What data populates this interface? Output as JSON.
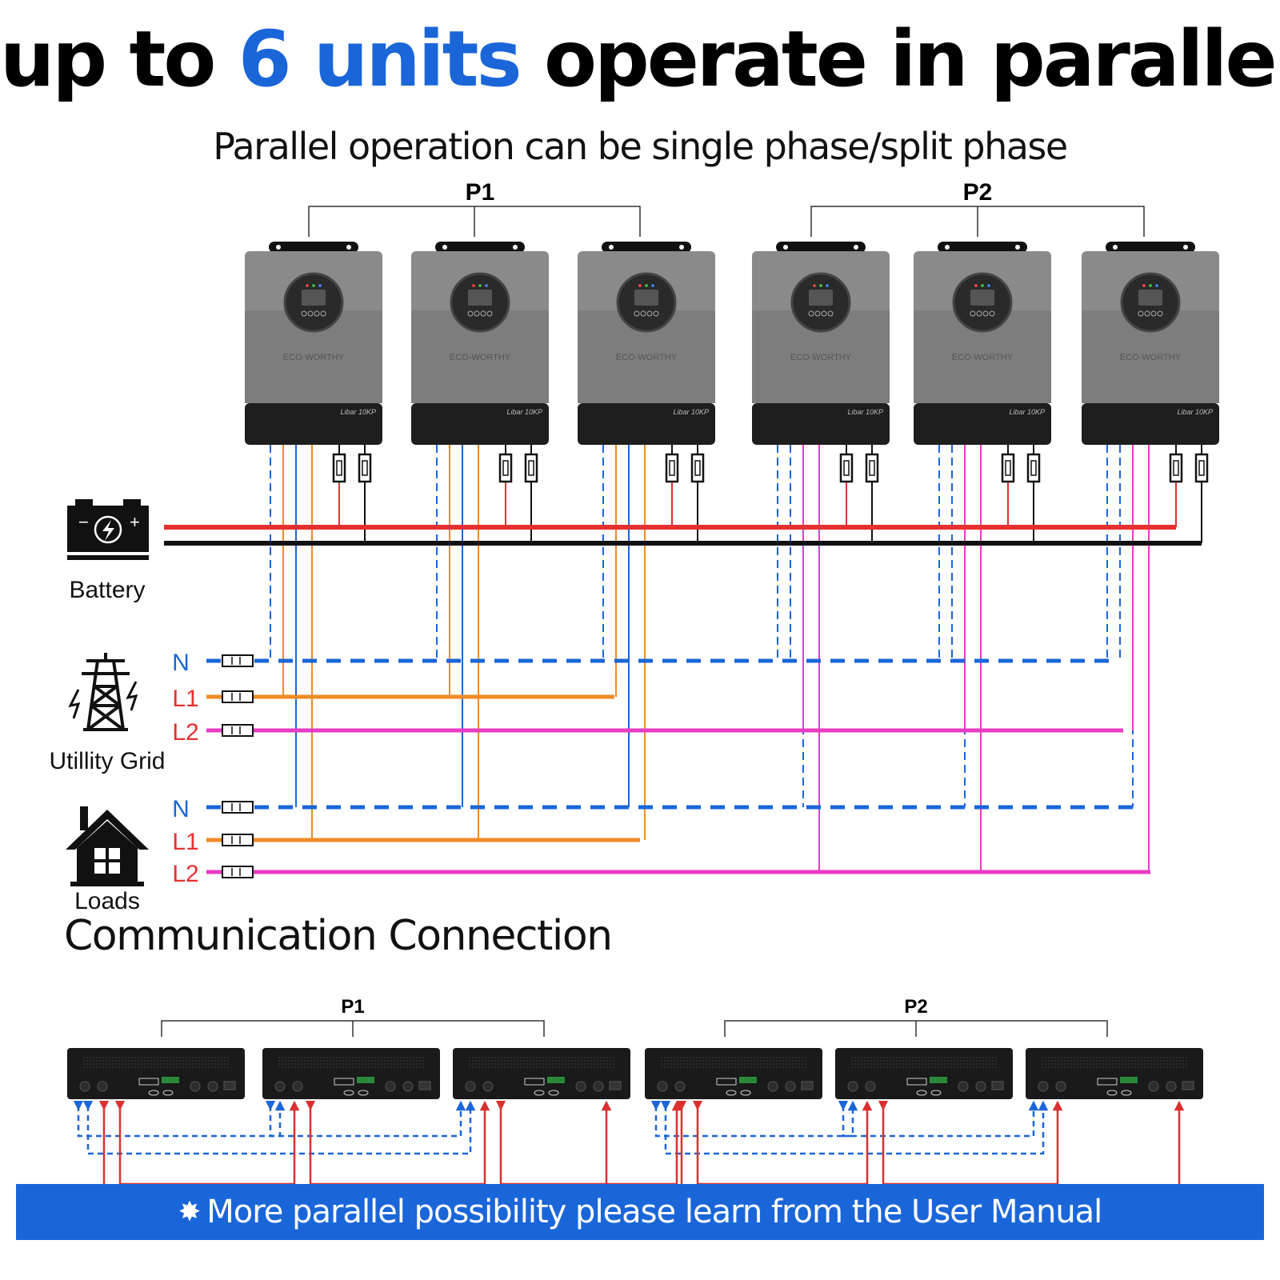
{
  "headline": {
    "pre": "up to ",
    "accent": "6 units",
    "post": " operate in parallel"
  },
  "subtitle": "Parallel operation can be single phase/split phase",
  "groups": {
    "p1": "P1",
    "p2": "P2"
  },
  "inverter": {
    "brand": "ECO-WORTHY",
    "model": "Libar 10KP",
    "count": 6
  },
  "sources": {
    "battery": "Battery",
    "grid": "Utillity Grid",
    "loads": "Loads"
  },
  "lines": {
    "n": "N",
    "l1": "L1",
    "l2": "L2"
  },
  "comm_title": "Communication Connection",
  "footer": {
    "icon": "✸",
    "text": "More parallel possibility please learn from the User Manual"
  },
  "colors": {
    "accent": "#1a66d9",
    "neutral": "#1a66d9",
    "l1": "#f08a24",
    "l2": "#e83cc4",
    "battery_pos": "#e53030",
    "battery_neg": "#111111",
    "comm_red": "#d93030"
  }
}
